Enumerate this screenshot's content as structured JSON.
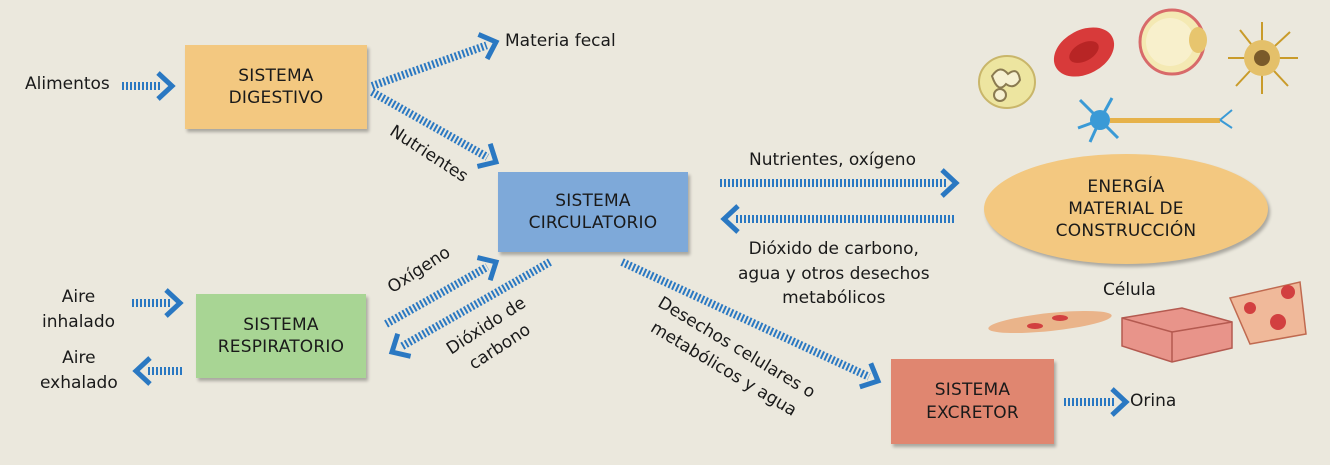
{
  "boxes": {
    "digestive": {
      "label": "SISTEMA\nDIGESTIVO",
      "color": "#f3c880"
    },
    "circulatory": {
      "label": "SISTEMA\nCIRCULATORIO",
      "color": "#7ea9d9"
    },
    "respiratory": {
      "label": "SISTEMA\nRESPIRATORIO",
      "color": "#a8d594"
    },
    "excretory": {
      "label": "SISTEMA\nEXCRETOR",
      "color": "#e08670"
    },
    "cell": {
      "label": "ENERGÍA\nMATERIAL DE\nCONSTRUCCIÓN",
      "color": "#f3c880"
    }
  },
  "labels": {
    "alimentos": "Alimentos",
    "materia_fecal": "Materia fecal",
    "nutrientes": "Nutrientes",
    "nutrientes_oxigeno": "Nutrientes, oxígeno",
    "dioxido_agua": "Dióxido de carbono,\nagua y otros desechos\nmetabólicos",
    "celula": "Célula",
    "aire_inhalado": "Aire\ninhalado",
    "aire_exhalado": "Aire\nexhalado",
    "oxigeno": "Oxígeno",
    "dioxido_carbono": "Dióxido de\ncarbono",
    "desechos": "Desechos celulares o\nmetabólicos y agua",
    "orina": "Orina"
  },
  "colors": {
    "arrow": "#2a78c2",
    "background": "#ebe8dd"
  },
  "icons": {
    "cells_top": "cell-illustrations-icon",
    "cells_bottom": "tissue-illustrations-icon"
  }
}
